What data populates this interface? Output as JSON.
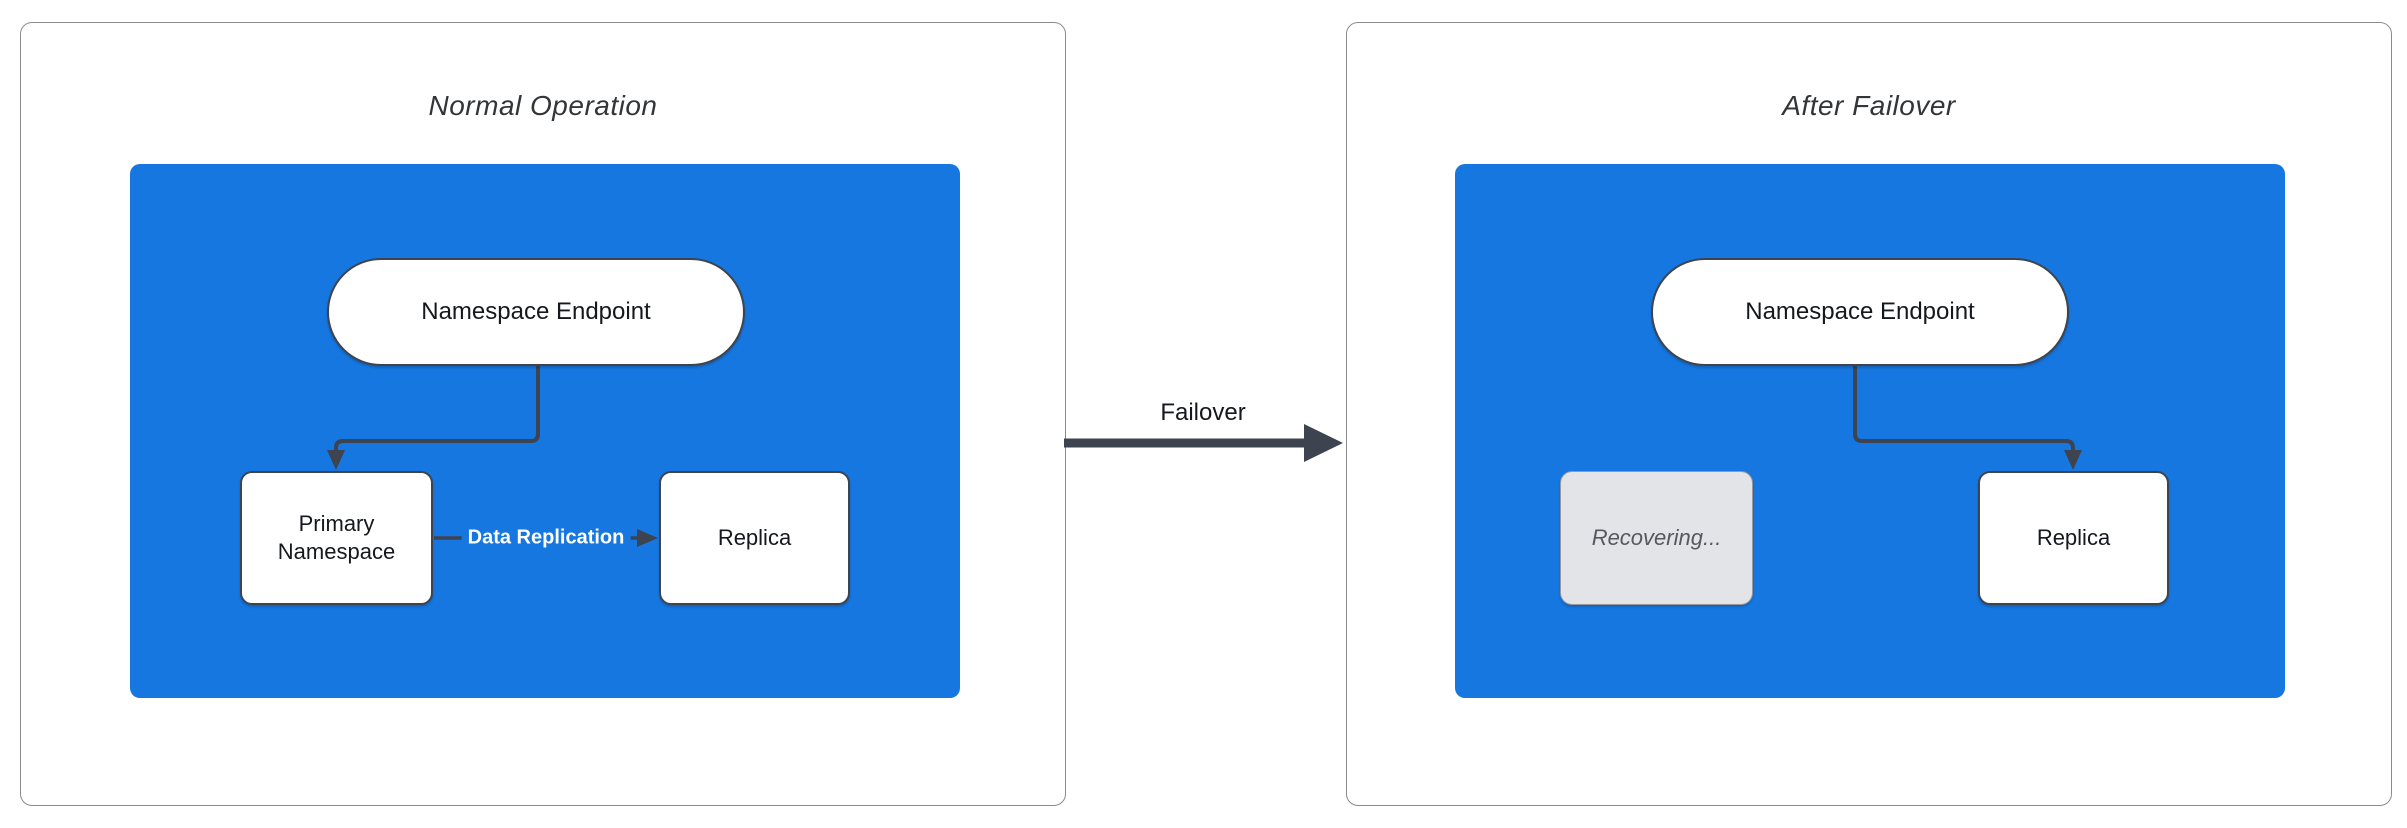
{
  "colors": {
    "accent-blue": "#1677e0",
    "arrow-dark": "#3d4450",
    "panel-border": "#8b8b8b",
    "node-border": "#3e444e",
    "text-dark": "#15181c",
    "recovering-fill": "#e3e4e7",
    "recovering-border": "#97979c",
    "recovering-text": "#55585e"
  },
  "left_panel": {
    "title": "Normal Operation",
    "endpoint_label": "Namespace Endpoint",
    "primary_label": "Primary Namespace",
    "replica_label": "Replica",
    "replication_label": "Data Replication"
  },
  "failover": {
    "label": "Failover"
  },
  "right_panel": {
    "title": "After Failover",
    "endpoint_label": "Namespace Endpoint",
    "recovering_label": "Recovering...",
    "replica_label": "Replica"
  }
}
